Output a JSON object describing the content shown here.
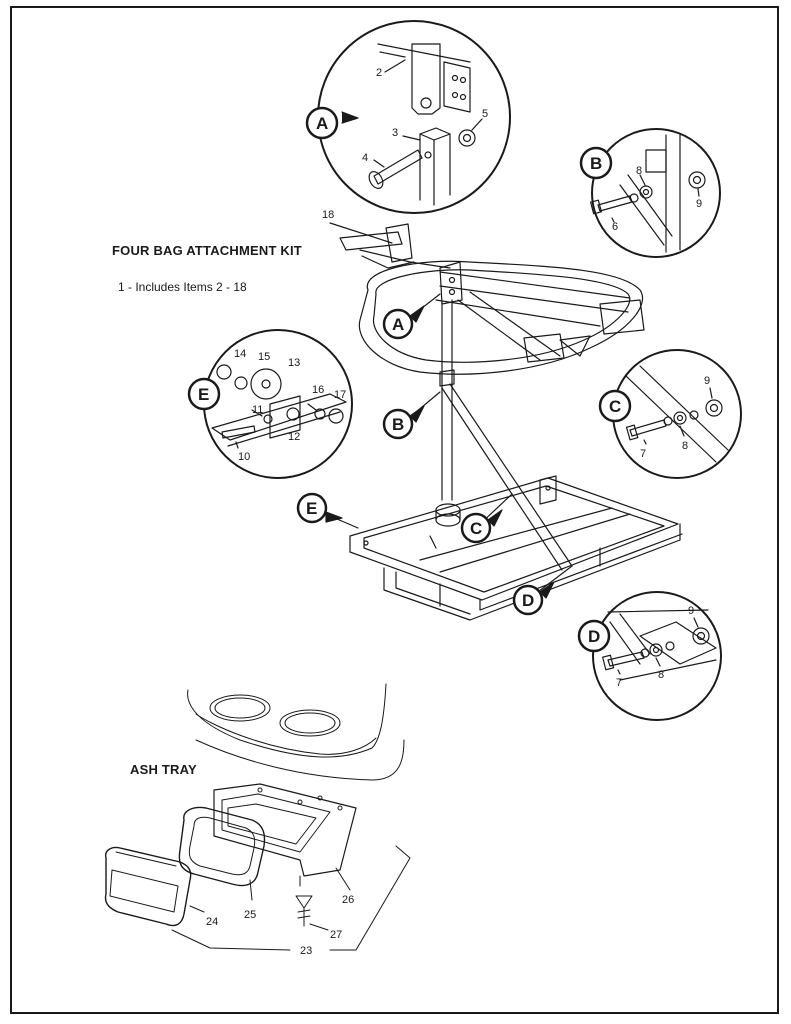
{
  "headings": {
    "kit_title": "FOUR BAG ATTACHMENT KIT",
    "kit_note": "1 - Includes Items 2 - 18",
    "ash_tray": "ASH TRAY"
  },
  "callouts": {
    "A": "A",
    "B": "B",
    "C": "C",
    "D": "D",
    "E": "E"
  },
  "parts": {
    "p2": "2",
    "p3": "3",
    "p4": "4",
    "p5": "5",
    "p6": "6",
    "p7a": "7",
    "p7b": "7",
    "p8a": "8",
    "p8b": "8",
    "p8c": "8",
    "p9a": "9",
    "p9b": "9",
    "p9c": "9",
    "p10": "10",
    "p11": "11",
    "p12": "12",
    "p13": "13",
    "p14": "14",
    "p15": "15",
    "p16": "16",
    "p17": "17",
    "p18": "18",
    "p23": "23",
    "p24": "24",
    "p25": "25",
    "p26": "26",
    "p27": "27"
  }
}
